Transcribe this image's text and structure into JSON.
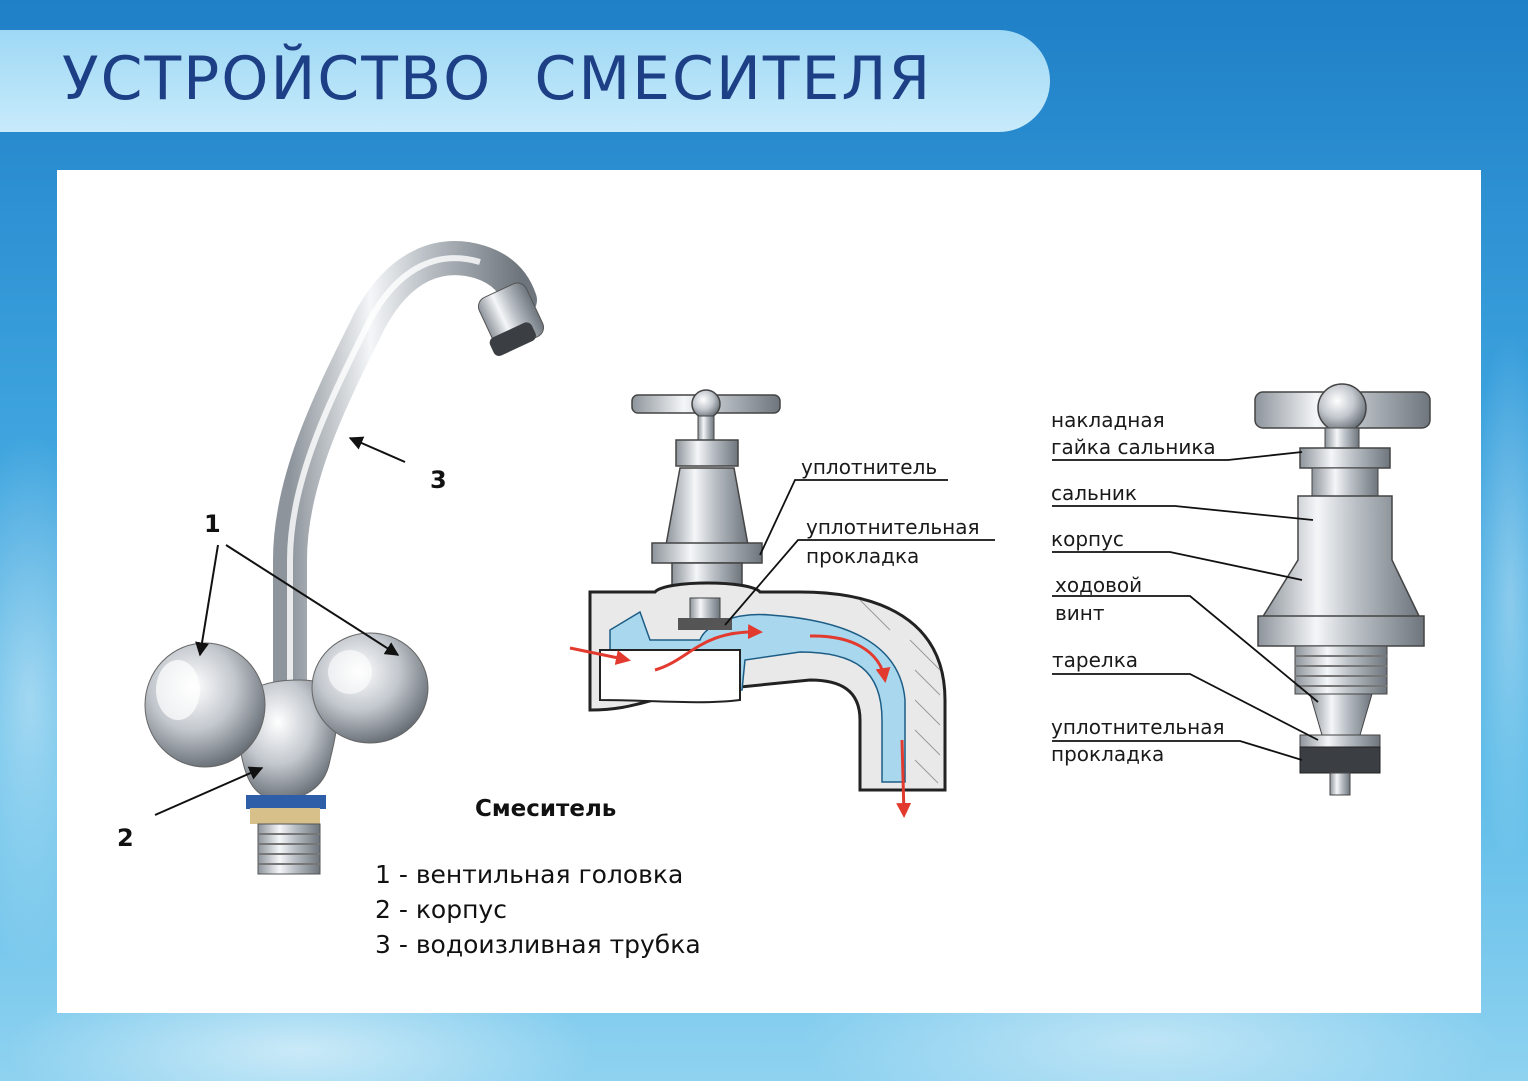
{
  "title": "УСТРОЙСТВО  СМЕСИТЕЛЯ",
  "mixer": {
    "caption": "Смеситель",
    "numbers": [
      "1",
      "2",
      "3"
    ],
    "legend": [
      "1 - вентильная головка",
      "2 - корпус",
      "3 - водоизливная трубка"
    ]
  },
  "section_labels": [
    "уплотнитель",
    "уплотнительная",
    "прокладка"
  ],
  "valve_labels": [
    "накладная",
    "гайка сальника",
    "сальник",
    "корпус",
    "ходовой",
    "винт",
    "тарелка",
    "уплотнительная",
    "прокладка"
  ],
  "colors": {
    "banner_text": "#1d3f86",
    "water": "#a9d8ee",
    "flow_arrow": "#e23a2e",
    "metal": "#c9ced4"
  }
}
